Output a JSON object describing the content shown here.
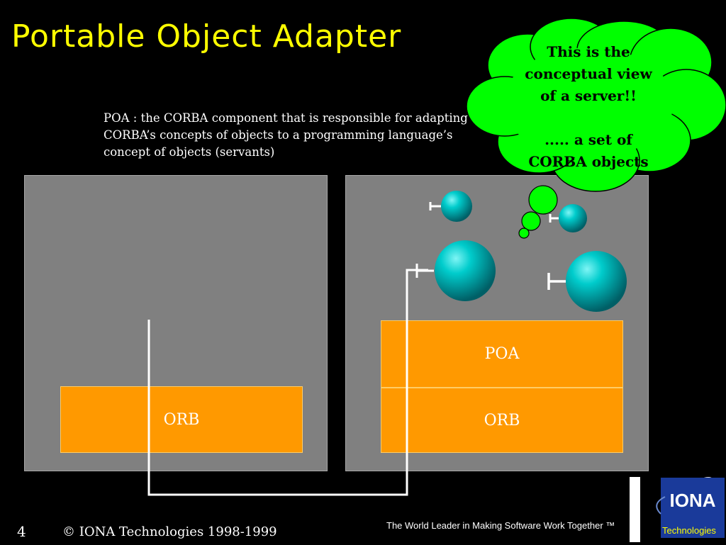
{
  "slide": {
    "title": "Portable Object Adapter",
    "description": "POA : the CORBA component that is responsible for adapting CORBA’s concepts of objects to a programming language’s concept of objects (servants)",
    "client": {
      "orb_label": "ORB"
    },
    "server": {
      "poa_label": "POA",
      "orb_label": "ORB"
    },
    "callout": {
      "line1": "This is the",
      "line2": "conceptual view",
      "line3": "of a server!!",
      "line4": "..... a set of",
      "line5": "CORBA objects"
    }
  },
  "footer": {
    "page_number": "4",
    "copyright": "© IONA Technologies 1998-1999",
    "tagline": "The World Leader in Making Software Work Together ™"
  },
  "logo": {
    "name": "IONA",
    "subtitle": "Technologies"
  },
  "colors": {
    "title": "#ffff00",
    "orange": "#ff9900",
    "gray": "#808080",
    "cloud": "#00ff00",
    "sphere": "#00c8c8",
    "logo_blue": "#1a3a9a"
  }
}
